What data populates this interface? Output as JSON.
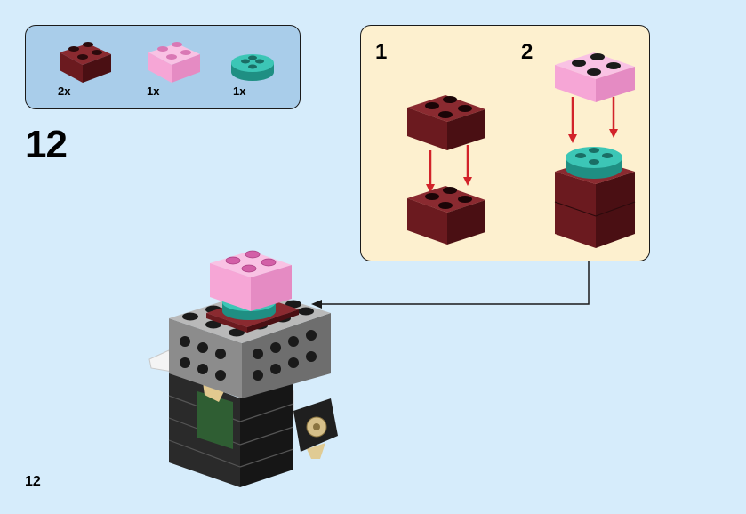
{
  "parts_list": {
    "items": [
      {
        "icon": "dark-red-2x2-brick-icon",
        "qty": "2x",
        "color": "#6b1a1f"
      },
      {
        "icon": "pink-2x2-brick-icon",
        "qty": "1x",
        "color": "#f6a6d6"
      },
      {
        "icon": "teal-round-plate-icon",
        "qty": "1x",
        "color": "#2fb7a8"
      }
    ]
  },
  "step": {
    "number": "12"
  },
  "callout": {
    "substeps": [
      {
        "number": "1"
      },
      {
        "number": "2"
      }
    ],
    "background": "#fdf0cf",
    "arrow_color": "#d2232a"
  },
  "page": {
    "number": "12"
  }
}
